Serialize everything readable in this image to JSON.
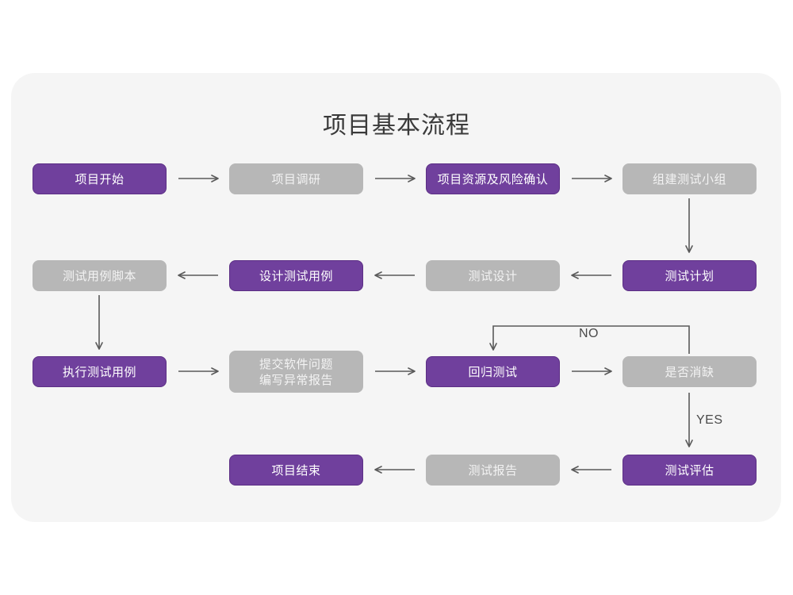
{
  "diagram": {
    "title": "项目基本流程",
    "panel_color": "#f5f5f5",
    "page_color": "#ffffff",
    "accent_purple": "#70409d",
    "accent_purple_border": "#5c2f85",
    "muted_gray": "#b7b7b7",
    "arrow_color": "#5a5a5a",
    "nodes": [
      {
        "id": "n1",
        "label": "项目开始",
        "style": "purple",
        "row": 1
      },
      {
        "id": "n2",
        "label": "项目调研",
        "style": "gray",
        "row": 1
      },
      {
        "id": "n3",
        "label": "项目资源及风险确认",
        "style": "purple",
        "row": 1
      },
      {
        "id": "n4",
        "label": "组建测试小组",
        "style": "gray",
        "row": 1
      },
      {
        "id": "n5",
        "label": "测试用例脚本",
        "style": "gray",
        "row": 2
      },
      {
        "id": "n6",
        "label": "设计测试用例",
        "style": "purple",
        "row": 2
      },
      {
        "id": "n7",
        "label": "测试设计",
        "style": "gray",
        "row": 2
      },
      {
        "id": "n8",
        "label": "测试计划",
        "style": "purple",
        "row": 2
      },
      {
        "id": "n9",
        "label": "执行测试用例",
        "style": "purple",
        "row": 3
      },
      {
        "id": "n10",
        "label": "提交软件问题\n编写异常报告",
        "style": "gray",
        "row": 3
      },
      {
        "id": "n11",
        "label": "回归测试",
        "style": "purple",
        "row": 3
      },
      {
        "id": "n12",
        "label": "是否消缺",
        "style": "gray",
        "row": 3
      },
      {
        "id": "n13",
        "label": "项目结束",
        "style": "purple",
        "row": 4
      },
      {
        "id": "n14",
        "label": "测试报告",
        "style": "gray",
        "row": 4
      },
      {
        "id": "n15",
        "label": "测试评估",
        "style": "purple",
        "row": 4
      }
    ],
    "edge_labels": {
      "no": "NO",
      "yes": "YES"
    }
  }
}
